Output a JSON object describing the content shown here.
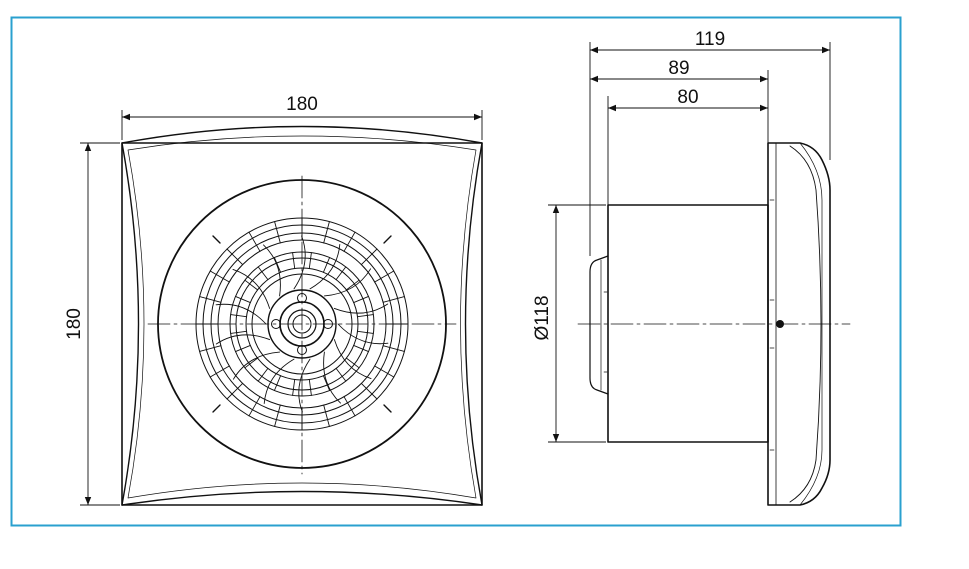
{
  "front_view": {
    "width_label": "180",
    "height_label": "180"
  },
  "side_view": {
    "total_depth_label": "119",
    "body_depth_label": "89",
    "spigot_depth_label": "80",
    "diameter_label": "Ø118"
  },
  "colors": {
    "frame": "#2aa0cf",
    "line": "#111111"
  }
}
